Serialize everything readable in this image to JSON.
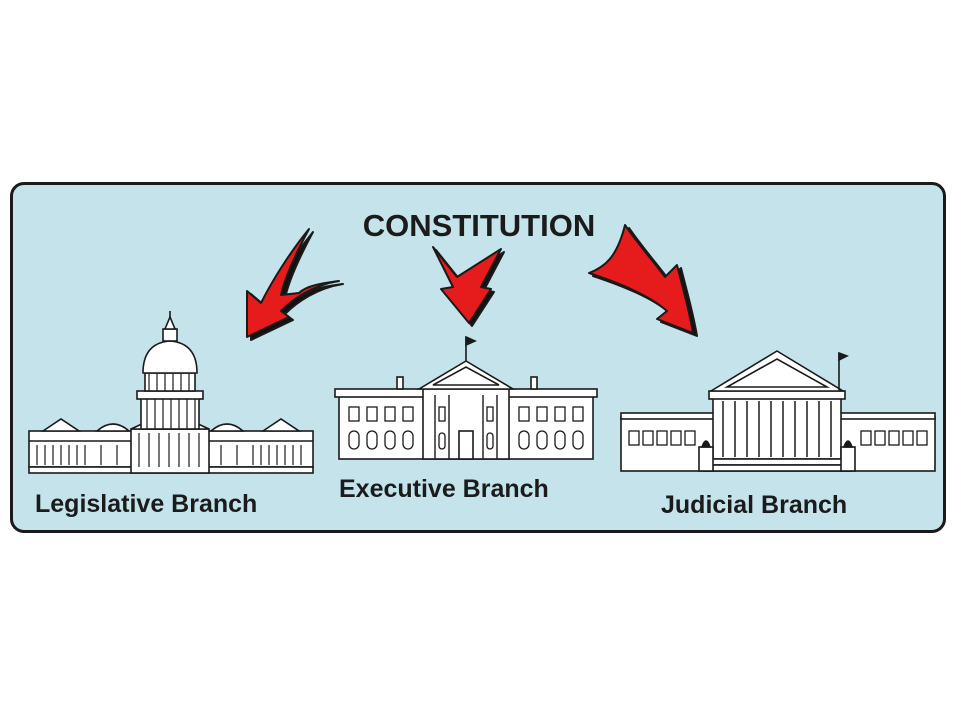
{
  "diagram": {
    "title": "CONSTITUTION",
    "branches": [
      {
        "label": "Legislative Branch",
        "icon": "capitol-building-icon"
      },
      {
        "label": "Executive Branch",
        "icon": "white-house-icon"
      },
      {
        "label": "Judicial Branch",
        "icon": "supreme-court-icon"
      }
    ],
    "colors": {
      "panel_background": "#c4e3ea",
      "arrow": "#e61b1b",
      "outline": "#1a1a1a"
    }
  }
}
